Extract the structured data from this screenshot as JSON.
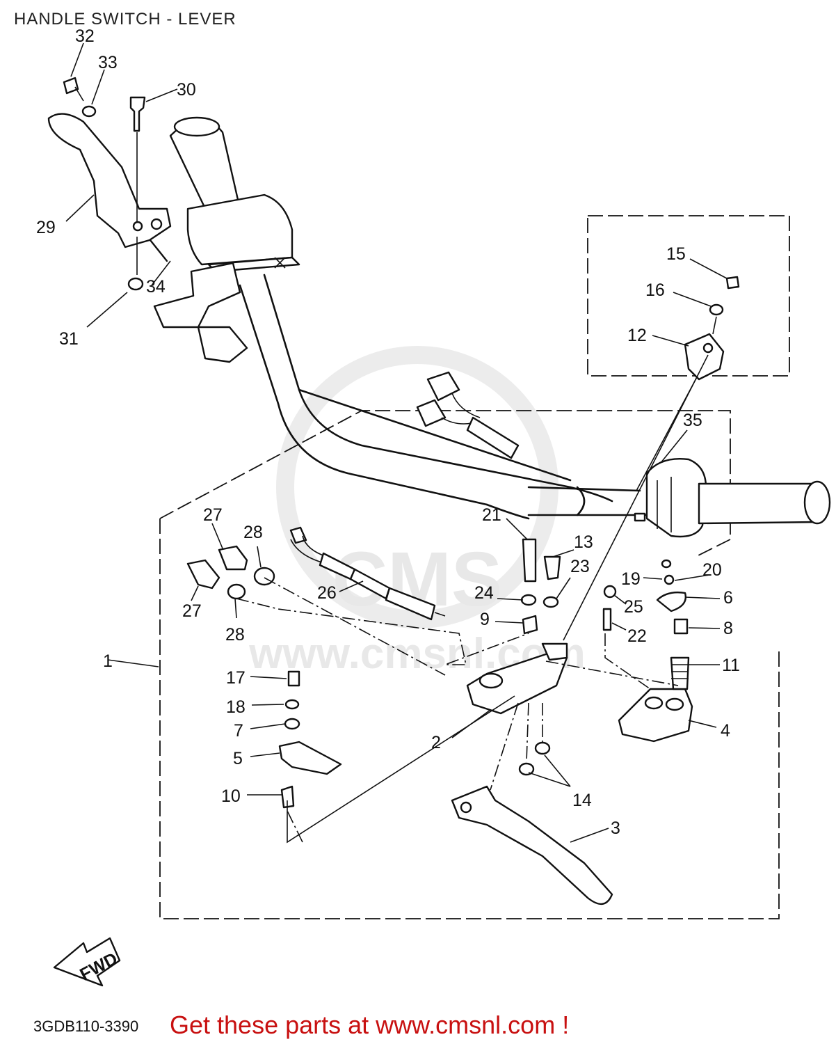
{
  "title": "HANDLE SWITCH - LEVER",
  "diagram_code": "3GDB110-3390",
  "promo_text": "Get these parts at www.cmsnl.com !",
  "direction_tag": "FWD",
  "watermark": {
    "brand": "CMS",
    "url": "www.cmsnl.com"
  },
  "callouts": {
    "p1": "1",
    "p2": "2",
    "p3": "3",
    "p4": "4",
    "p5": "5",
    "p6": "6",
    "p7": "7",
    "p8": "8",
    "p9": "9",
    "p10": "10",
    "p11": "11",
    "p12": "12",
    "p13": "13",
    "p14": "14",
    "p15": "15",
    "p16": "16",
    "p17": "17",
    "p18": "18",
    "p19": "19",
    "p20": "20",
    "p21": "21",
    "p22": "22",
    "p23": "23",
    "p24": "24",
    "p25": "25",
    "p26": "26",
    "p27a": "27",
    "p27b": "27",
    "p28a": "28",
    "p28b": "28",
    "p29": "29",
    "p30": "30",
    "p31": "31",
    "p32": "32",
    "p33": "33",
    "p34": "34",
    "p35": "35"
  }
}
